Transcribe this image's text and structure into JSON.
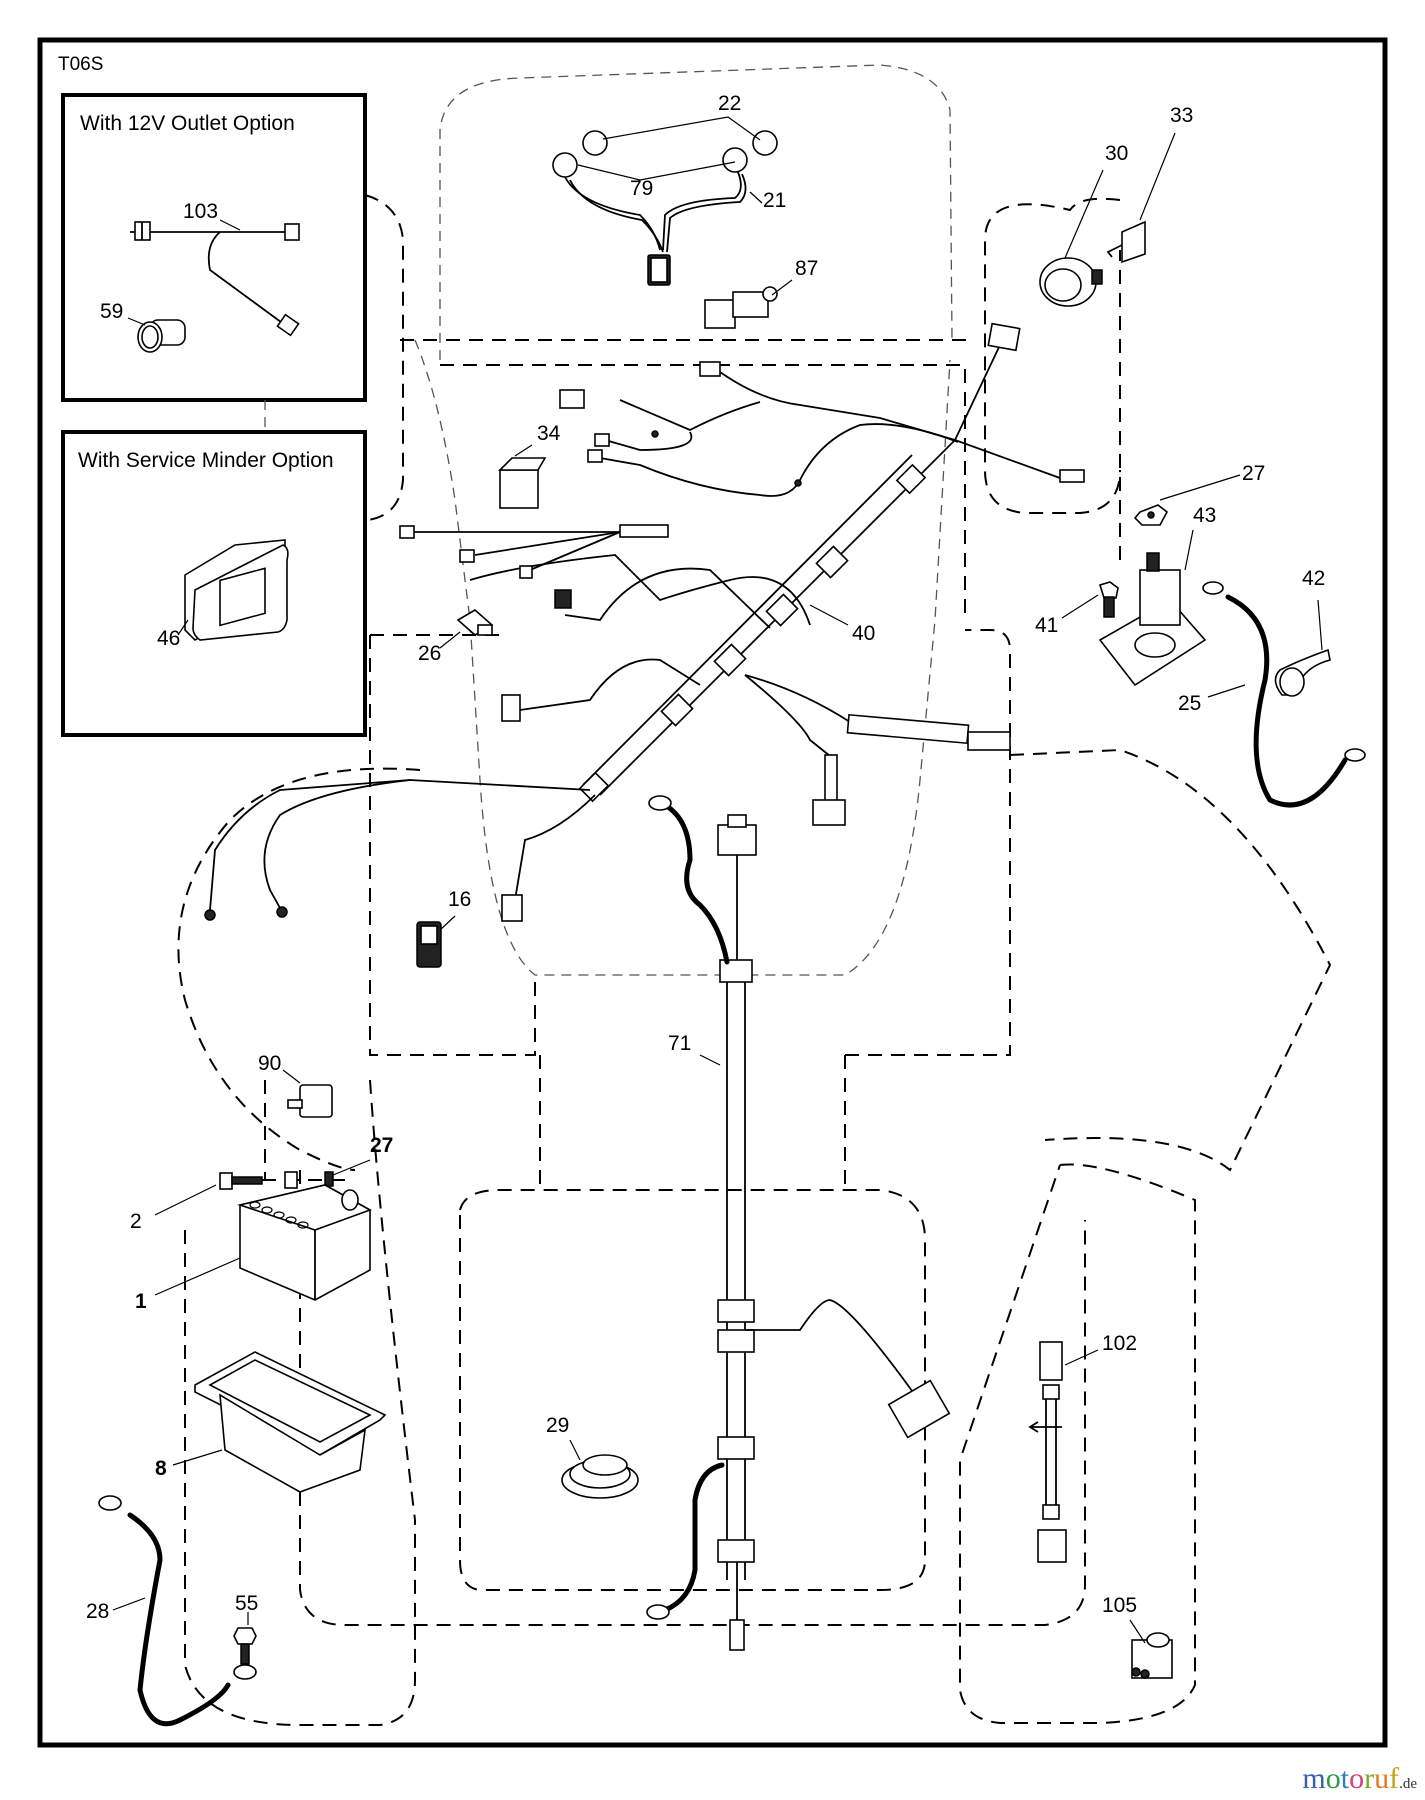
{
  "diagram": {
    "code": "T06S",
    "insets": [
      {
        "id": "12v-outlet",
        "title": "With 12V Outlet Option",
        "parts": [
          "103",
          "59"
        ]
      },
      {
        "id": "service-minder",
        "title": "With Service Minder Option",
        "parts": [
          "46"
        ]
      }
    ],
    "callouts": {
      "p1": "1",
      "p2": "2",
      "p8": "8",
      "p16": "16",
      "p21": "21",
      "p22": "22",
      "p25": "25",
      "p26": "26",
      "p27a": "27",
      "p27b": "27",
      "p28": "28",
      "p29": "29",
      "p30": "30",
      "p33": "33",
      "p34": "34",
      "p40": "40",
      "p41": "41",
      "p42": "42",
      "p43": "43",
      "p46": "46",
      "p55": "55",
      "p59": "59",
      "p71": "71",
      "p79": "79",
      "p87": "87",
      "p90": "90",
      "p102": "102",
      "p103": "103",
      "p105": "105"
    }
  },
  "watermark": {
    "letters": [
      {
        "ch": "m",
        "color": "#3b5fb0"
      },
      {
        "ch": "o",
        "color": "#2e9b48"
      },
      {
        "ch": "t",
        "color": "#2f7fc0"
      },
      {
        "ch": "o",
        "color": "#d8407a"
      },
      {
        "ch": "r",
        "color": "#7cab2b"
      },
      {
        "ch": "u",
        "color": "#e8771e"
      },
      {
        "ch": "f",
        "color": "#c4a21a"
      }
    ],
    "tld": ".de"
  }
}
